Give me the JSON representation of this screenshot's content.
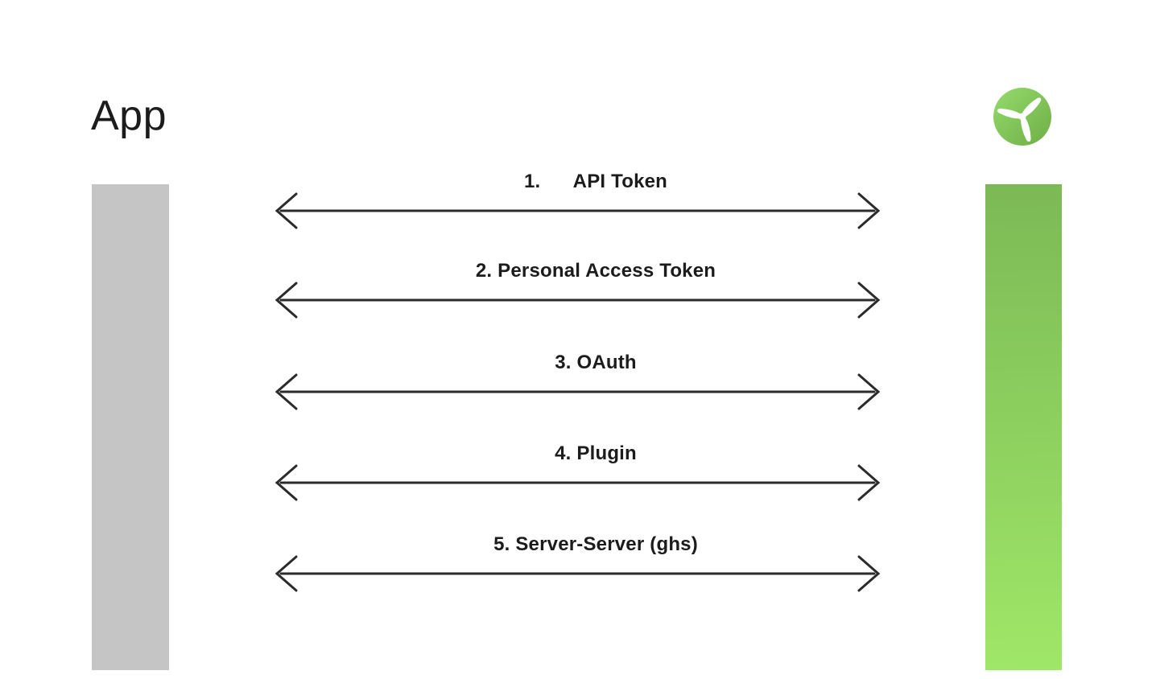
{
  "diagram": {
    "left_actor": {
      "title": "App"
    },
    "right_actor": {
      "icon": "wind-turbine-icon"
    },
    "connections": [
      {
        "label": "1.      API Token"
      },
      {
        "label": "2. Personal Access Token"
      },
      {
        "label": "3. OAuth"
      },
      {
        "label": "4. Plugin"
      },
      {
        "label": "5. Server-Server (ghs)"
      }
    ]
  },
  "colors": {
    "page_bg": "#ffffff",
    "text": "#1c1c1c",
    "arrow": "#2b2b2b",
    "gray_bar": "#c5c5c5",
    "green_bar_top": "#7cb956",
    "green_bar_bottom": "#9fe768",
    "icon_grad_top": "#94db6b",
    "icon_grad_bottom": "#6fae47",
    "blade": "#ffffff"
  }
}
